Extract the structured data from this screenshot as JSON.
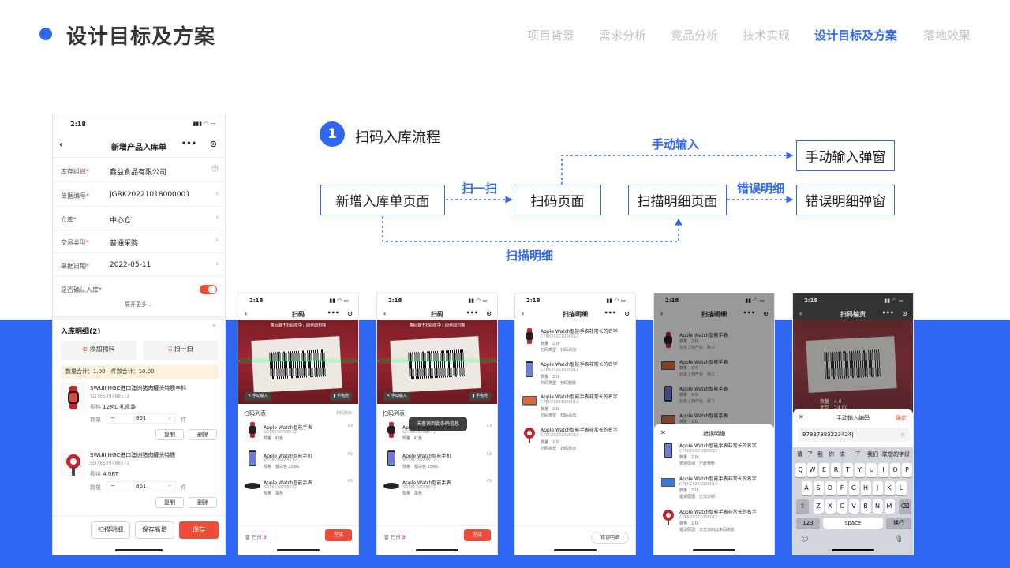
{
  "header": {
    "title": "设计目标及方案",
    "nav": [
      "项目背景",
      "需求分析",
      "竞品分析",
      "技术实现",
      "设计目标及方案",
      "落地效果"
    ],
    "active_index": 4
  },
  "flow": {
    "step_number": "1",
    "step_title": "扫码入库流程",
    "boxes": {
      "new_page": "新增入库单页面",
      "scan_page": "扫码页面",
      "detail_page": "扫描明细页面",
      "manual_popup": "手动输入弹窗",
      "error_popup": "错误明细弹窗"
    },
    "edges": {
      "scan": "扫一扫",
      "manual": "手动输入",
      "error": "错误明细",
      "detail": "扫描明细"
    }
  },
  "phone_main": {
    "time": "2:18",
    "title": "新增产品入库单",
    "more": "•••",
    "form": [
      {
        "label": "库存组织",
        "required": "*",
        "value": "鑫益食品有限公司"
      },
      {
        "label": "单据编号",
        "required": "*",
        "value": "JGRK20221018000001"
      },
      {
        "label": "仓库",
        "required": "*",
        "value": "中心仓"
      },
      {
        "label": "交易类型",
        "required": "*",
        "value": "普通采购"
      },
      {
        "label": "单据日期",
        "required": "*",
        "value": "2022-05-11"
      },
      {
        "label": "是否确认入库",
        "required": "*",
        "value": ""
      }
    ],
    "expand_more": "展开更多",
    "section_title": "入库明细(2)",
    "add_material": "添加物料",
    "scan": "扫一扫",
    "summary": "数量合计：1.00　件数合计：10.00",
    "items": [
      {
        "name": "SWUIIJHGC进口澳洲猪肉罐头特质辛料",
        "code": "SD78539788572",
        "spec_label": "规格",
        "spec": "12ML 礼盒装",
        "qty_label": "数量",
        "qty": "861",
        "unit": "件",
        "copy": "复制",
        "delete": "删除"
      },
      {
        "name": "SWUIIJHGC进口澳洲猪肉罐头特质",
        "code": "SD78539788572",
        "spec_label": "规格",
        "spec": "4.0RT",
        "qty_label": "数量",
        "qty": "861",
        "unit": "件",
        "copy": "复制",
        "delete": "删除"
      }
    ],
    "footer": {
      "scan_detail": "扫描明细",
      "save_new": "保存新增",
      "save": "保存"
    }
  },
  "phone_scan": {
    "time": "2:18",
    "title": "扫码",
    "tip": "条码置于扫码框中，即自动扫描",
    "manual_btn": "手动输入",
    "flash_btn": "手电筒",
    "list_title": "扫码列表",
    "clear": "扫码删除",
    "items": [
      {
        "name": "Apple Watch智能手表",
        "code": "SD78539788572",
        "spec": "规格　红色",
        "qty": "X3"
      },
      {
        "name": "Apple Watch智能手机",
        "code": "SD78539788572",
        "spec": "规格　银白色 256G",
        "qty": "X1"
      },
      {
        "name": "Apple Watch智能手表",
        "code": "SD78539788572",
        "spec": "规格　黑色",
        "qty": "X1"
      }
    ],
    "scanned_label": "已扫",
    "scanned_count": "3",
    "done": "完成",
    "toast": "未查询到此条码信息"
  },
  "phone_detail": {
    "time": "2:18",
    "title": "扫描明细",
    "items": [
      {
        "name": "Apple Watch智能手表非常长的名字",
        "code": "CPRK20221008012",
        "qty": "数量　2.0",
        "type": "扫码类型　扫码添加"
      },
      {
        "name": "Apple Watch智能手表非常长的名字",
        "code": "CPRK20221008012",
        "qty": "数量　2.0",
        "type": "扫码类型　扫码删除"
      },
      {
        "name": "Apple Watch智能手表非常长的名字",
        "code": "CPRK20221008012",
        "qty": "数量　2.0",
        "type": "扫码类型　扫码添加"
      },
      {
        "name": "Apple Watch智能手表非常长的名字",
        "code": "CPRK20221008012",
        "qty": "数量　2.0",
        "type": "扫码类型　扫码添加"
      }
    ],
    "error_btn": "错误明细"
  },
  "phone_error": {
    "time": "2:18",
    "title": "扫描明细",
    "bg_items": [
      {
        "name": "Apple Watch智能手表",
        "qty": "数量　2.0",
        "loc": "北京上地产业　张三"
      },
      {
        "name": "Apple Watch智能手表",
        "qty": "数量　3.0",
        "loc": "北京上地产业　张三"
      },
      {
        "name": "Apple Watch智能手表",
        "qty": "数量　4.0",
        "loc": "北京上地产业　张三"
      },
      {
        "name": "Apple Watch智能手表",
        "qty": "数量　2.0",
        "loc": ""
      }
    ],
    "popup_title": "错误明细",
    "items": [
      {
        "name": "Apple Watch智能手表非常长的名字",
        "code": "CPRK20221008012",
        "qty": "数量　2.0",
        "reason": "错误原因　无此物料"
      },
      {
        "name": "Apple Watch智能手表非常长的名字",
        "code": "CPRK20221008012",
        "qty": "数量　2.0",
        "reason": "错误原因　无法识别"
      },
      {
        "name": "Apple Watch智能手表非常长的名字",
        "code": "CPRK20221008012",
        "qty": "数量　2.0",
        "reason": "错误原因　未查询到此条码信息"
      }
    ]
  },
  "phone_manual": {
    "time": "2:18",
    "title": "扫码输货",
    "popup_title": "手动输入编码",
    "confirm": "确定",
    "input_value": "97837383223424",
    "suggestions": [
      "请",
      "了",
      "我",
      "你",
      "求",
      "一下",
      "我们",
      "联想的字段"
    ],
    "rows": [
      [
        "Q",
        "W",
        "E",
        "R",
        "T",
        "Y",
        "U",
        "I",
        "O",
        "P"
      ],
      [
        "A",
        "S",
        "D",
        "F",
        "G",
        "H",
        "J",
        "K",
        "L"
      ],
      [
        "Z",
        "X",
        "C",
        "V",
        "B",
        "N",
        "M"
      ]
    ],
    "num_key": "123",
    "space_key": "space",
    "enter_key": "换行",
    "bg_qty": "数量　4.0",
    "bg_loc": "北京　24.00"
  },
  "colors": {
    "brand": "#2f66f3",
    "danger": "#ec4c38"
  }
}
